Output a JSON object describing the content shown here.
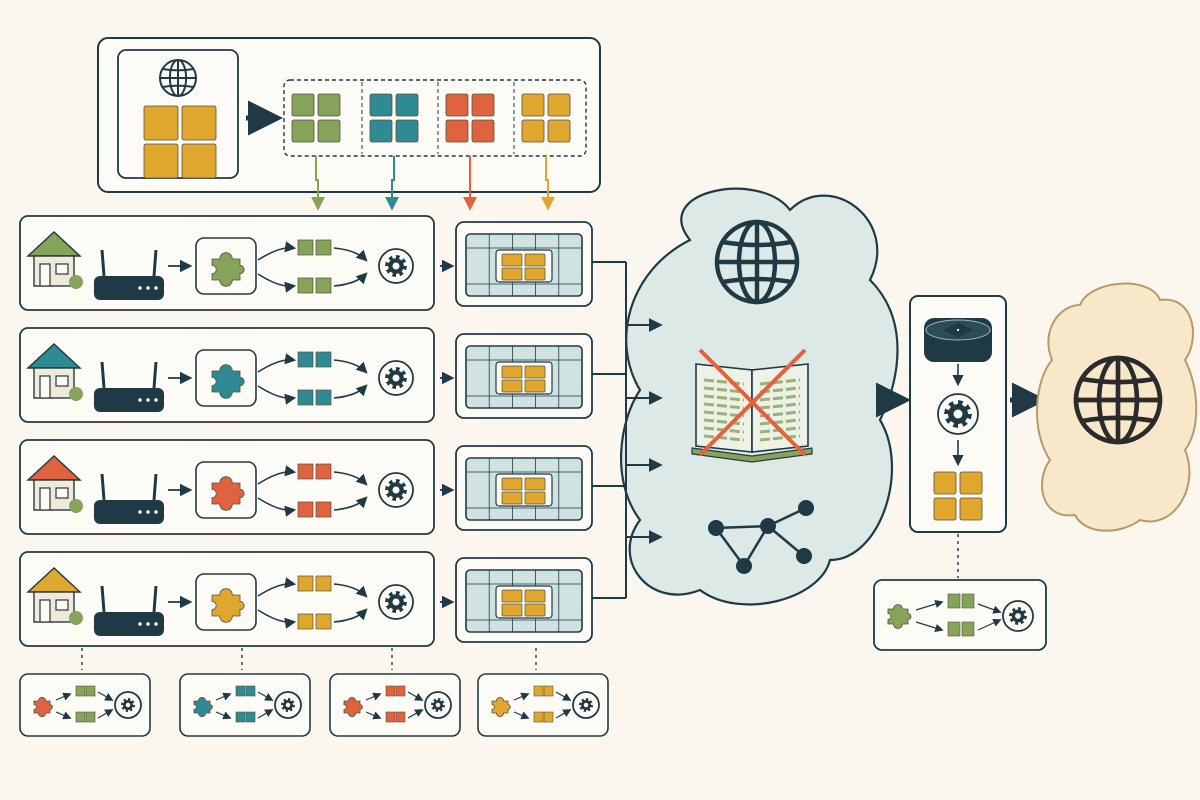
{
  "colors": {
    "ink": "#1f3a45",
    "background": "#fbf7ee",
    "panel": "#fdfbf6",
    "green": "#86a35a",
    "teal": "#2f8a93",
    "red": "#e0633f",
    "gold": "#e0a72e",
    "cloud": "#dce9e6",
    "cloud_warm": "#f8e7c8",
    "table_cell": "#cfe2e1",
    "cross": "#e0633f"
  },
  "source": {
    "icon": "globe-icon",
    "grid_icon": "grid-icon",
    "partitions": [
      "green",
      "teal",
      "red",
      "gold"
    ]
  },
  "sites": [
    {
      "color": "green",
      "icons": [
        "house-icon",
        "router-icon",
        "puzzle-icon",
        "grid-icon",
        "gear-icon",
        "table-icon"
      ]
    },
    {
      "color": "teal",
      "icons": [
        "house-icon",
        "router-icon",
        "puzzle-icon",
        "grid-icon",
        "gear-icon",
        "table-icon"
      ]
    },
    {
      "color": "red",
      "icons": [
        "house-icon",
        "router-icon",
        "puzzle-icon",
        "grid-icon",
        "gear-icon",
        "table-icon"
      ]
    },
    {
      "color": "gold",
      "icons": [
        "house-icon",
        "router-icon",
        "puzzle-icon",
        "grid-icon",
        "gear-icon",
        "table-icon"
      ]
    }
  ],
  "mini_panels": [
    {
      "color": "red"
    },
    {
      "color": "teal"
    },
    {
      "color": "red"
    },
    {
      "color": "gold"
    }
  ],
  "server_cloud": {
    "icons": [
      "globe-icon",
      "book-icon",
      "cross-icon",
      "network-graph-icon"
    ]
  },
  "aggregator": {
    "icons": [
      "router-icon",
      "gear-icon",
      "grid-icon"
    ],
    "mini_color": "green"
  },
  "destination_cloud": {
    "icon": "globe-icon"
  }
}
